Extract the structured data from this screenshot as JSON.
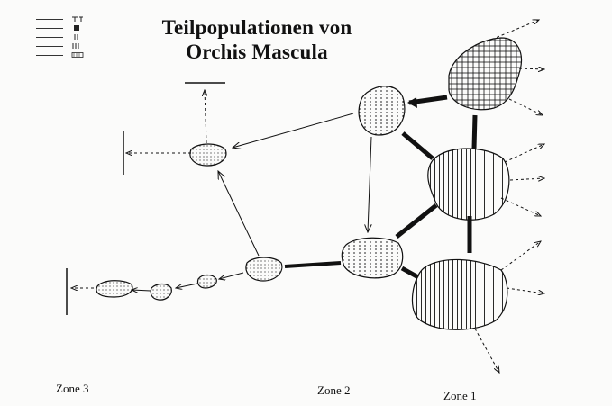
{
  "title": {
    "line1": "Teilpopulationen von",
    "line2": "Orchis Mascula"
  },
  "zones": [
    {
      "id": "zone-3",
      "label": "Zone 3"
    },
    {
      "id": "zone-2",
      "label": "Zone 2"
    },
    {
      "id": "zone-1",
      "label": "Zone 1"
    }
  ],
  "legend": {
    "rows": [
      {
        "symbol": "sparse-tick"
      },
      {
        "symbol": "dense-block"
      },
      {
        "symbol": "double-bars"
      },
      {
        "symbol": "triple-bars"
      },
      {
        "symbol": "hatched-box"
      }
    ]
  },
  "colors": {
    "ink": "#111111",
    "paper": "#fbfbfa",
    "blob_fill": "#f2f2ef"
  }
}
